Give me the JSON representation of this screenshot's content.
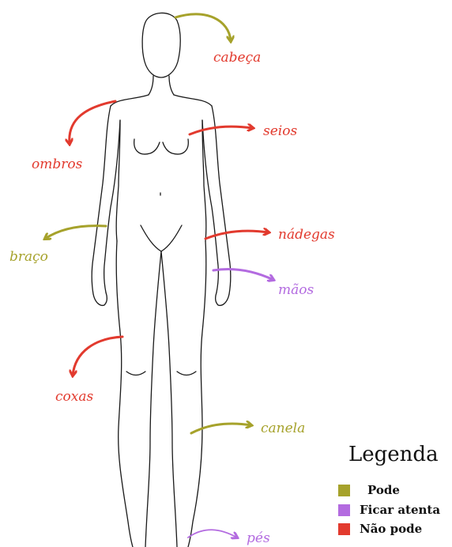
{
  "colors": {
    "pode": "#a6a22b",
    "atenta": "#b36be0",
    "nao_pode": "#e23a2e",
    "outline": "#1a1a1a"
  },
  "labels": {
    "cabeca": "cabeça",
    "ombros": "ombros",
    "seios": "seios",
    "braco": "braço",
    "nadegas": "nádegas",
    "maos": "mãos",
    "coxas": "coxas",
    "canela": "canela",
    "pes": "pés"
  },
  "legend": {
    "title": "Legenda",
    "items": [
      {
        "label": "Pode",
        "color": "#a6a22b"
      },
      {
        "label": "Ficar atenta",
        "color": "#b36be0"
      },
      {
        "label": "Não pode",
        "color": "#e23a2e"
      }
    ]
  }
}
